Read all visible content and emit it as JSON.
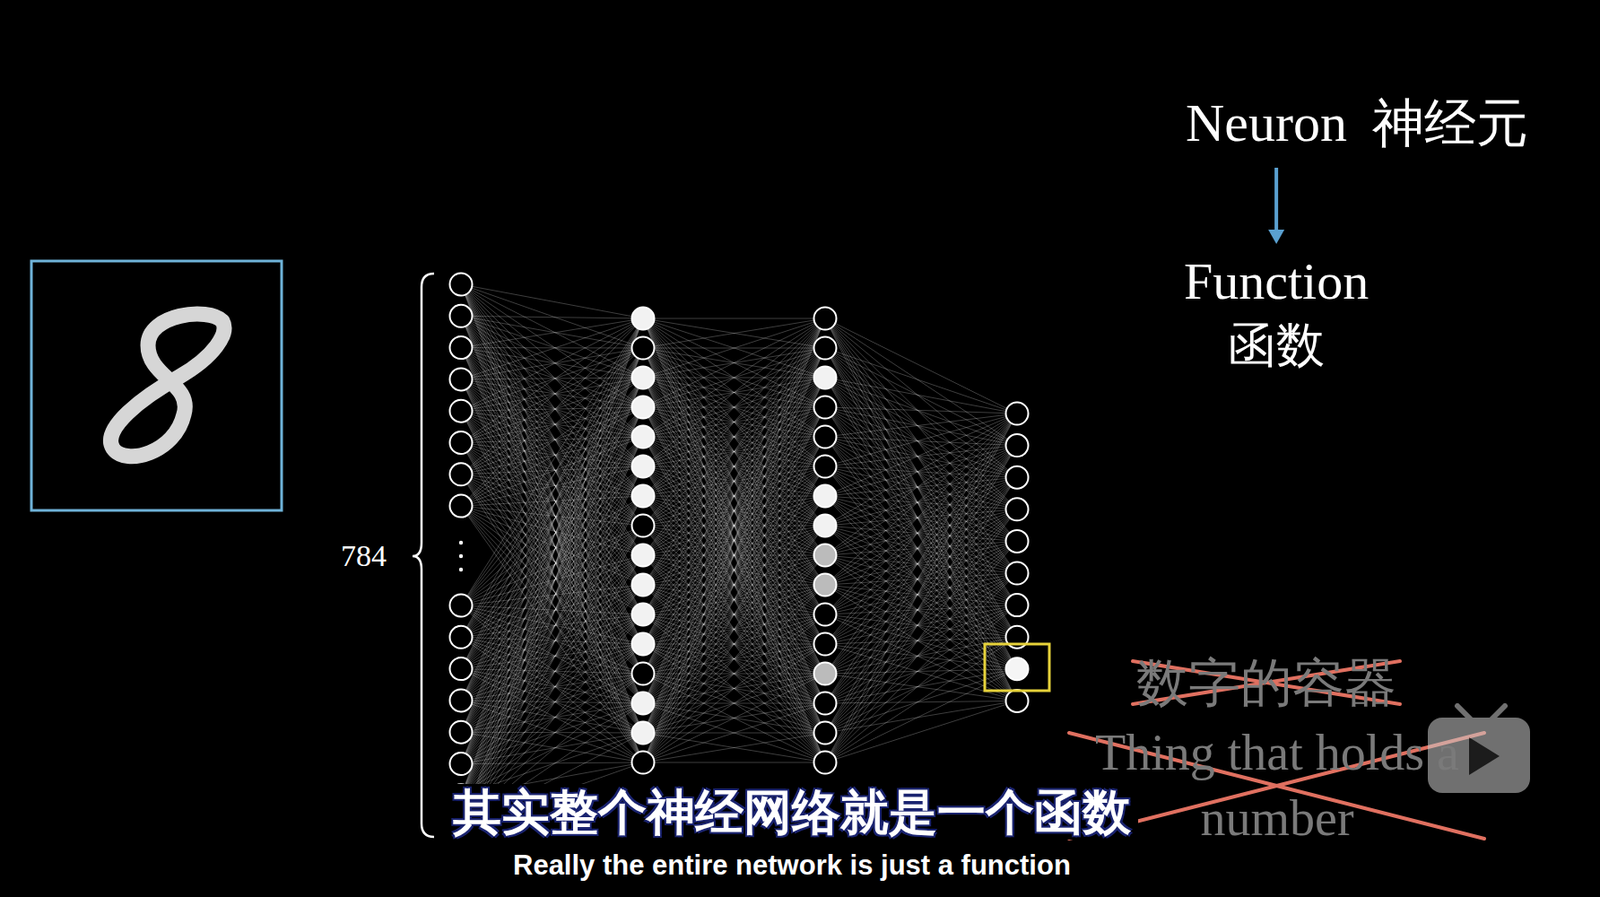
{
  "diagram": {
    "nodes": [
      {
        "text": [
          "Neuron",
          "神经元"
        ]
      },
      {
        "text": [
          "Function",
          "函数"
        ]
      }
    ],
    "edges": [
      {
        "from": 0,
        "to": 1,
        "arrow": "to"
      }
    ],
    "labels": [
      "784",
      "数字的容器",
      "Thing that holds a number",
      "其实整个神经网络就是一个函数",
      "Really the entire network is just a function"
    ]
  }
}
